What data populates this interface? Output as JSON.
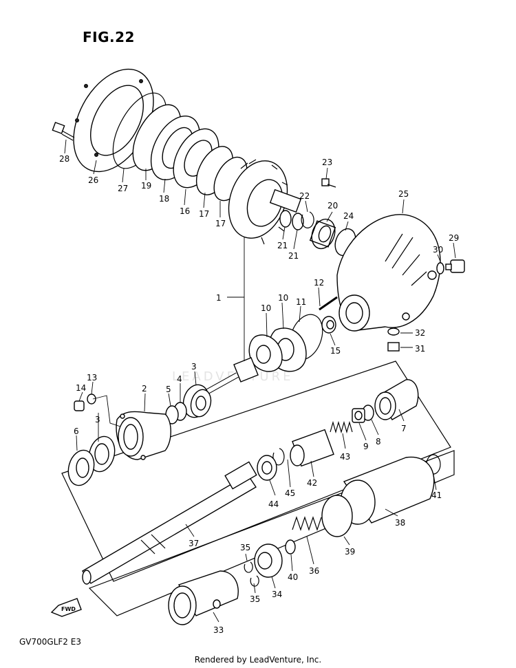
{
  "figure": {
    "title": "FIG.22",
    "model_code": "GV700GLF2  E3",
    "credit": "Rendered by LeadVenture, Inc.",
    "watermark": "LEADVENTURE",
    "direction_label": "FWD"
  },
  "callouts": [
    "1",
    "2",
    "3",
    "3",
    "4",
    "5",
    "6",
    "7",
    "8",
    "9",
    "10",
    "10",
    "11",
    "12",
    "13",
    "14",
    "15",
    "16",
    "17",
    "17",
    "18",
    "19",
    "20",
    "21",
    "21",
    "22",
    "23",
    "24",
    "25",
    "26",
    "27",
    "28",
    "29",
    "30",
    "31",
    "32",
    "33",
    "34",
    "35",
    "35",
    "36",
    "37",
    "38",
    "39",
    "40",
    "41",
    "42",
    "43",
    "44",
    "45"
  ]
}
